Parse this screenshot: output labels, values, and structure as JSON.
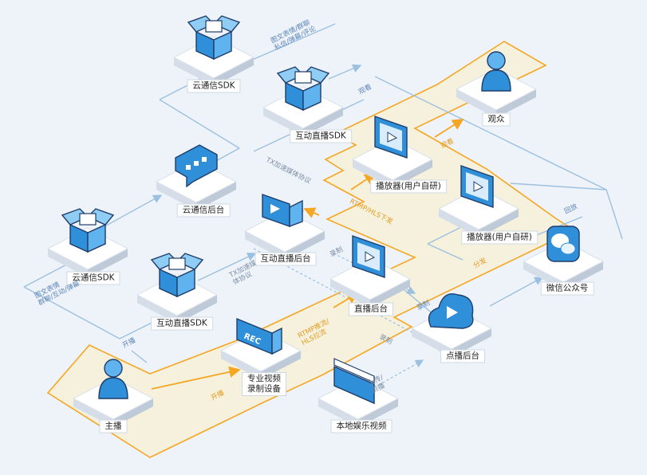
{
  "colors": {
    "background": "#eef3f9",
    "primary_path": "#f5a623",
    "primary_fill": "#f6f1dc",
    "connector": "#9cc0e0",
    "icon_blue": "#2f8fd8",
    "icon_dark": "#1e3d6b"
  },
  "nodes": {
    "cloud_sdk_top": {
      "label": "云通信SDK",
      "icon": "open-box-icon"
    },
    "live_sdk_top": {
      "label": "互动直播SDK",
      "icon": "open-box-icon"
    },
    "cloud_backend": {
      "label": "云通信后台",
      "icon": "chat-bubble-icon"
    },
    "audience": {
      "label": "观众",
      "icon": "person-icon"
    },
    "player_top": {
      "label": "播放器(用户自研)",
      "icon": "video-screen-icon"
    },
    "live_backend_top": {
      "label": "互动直播后台",
      "icon": "video-camera-icon"
    },
    "player_right": {
      "label": "播放器(用户自研)",
      "icon": "video-screen-icon"
    },
    "cloud_sdk_left": {
      "label": "云通信SDK",
      "icon": "open-box-icon"
    },
    "live_sdk_left": {
      "label": "互动直播SDK",
      "icon": "open-box-icon"
    },
    "wechat": {
      "label": "微信公众号",
      "icon": "wechat-icon"
    },
    "live_backend": {
      "label": "直播后台",
      "icon": "video-screen-icon"
    },
    "vod_backend": {
      "label": "点播后台",
      "icon": "cloud-video-icon"
    },
    "recorder": {
      "label": "专业视频\n录制设备",
      "icon": "rec-device-icon",
      "rec_text": "REC"
    },
    "anchor": {
      "label": "主播",
      "icon": "person-icon"
    },
    "local_video": {
      "label": "本地娱乐视频",
      "icon": "clapperboard-icon"
    }
  },
  "edge_labels": {
    "top_msg": "图文表情/群聊\n私信/弹幕/评论",
    "watch_top": "观看",
    "watch_orange": "观看",
    "tx_protocol_top": "TX加速媒体协议",
    "rtmp_hls_down": "RTMP/HLS下发",
    "playback": "回放",
    "distribute": "分发",
    "record": "录制",
    "record_dotted": "录制",
    "record_dotted2": "录制",
    "tx_protocol_left": "TX加速媒\n体协议",
    "left_msg": "图文表情\n群聊/互动/弹幕",
    "start_live_left": "开播",
    "start_live_bottom": "开播",
    "rtmp_push": "RTMP推流/\nHLS拉流",
    "upload_vod": "上传/\n点播"
  }
}
